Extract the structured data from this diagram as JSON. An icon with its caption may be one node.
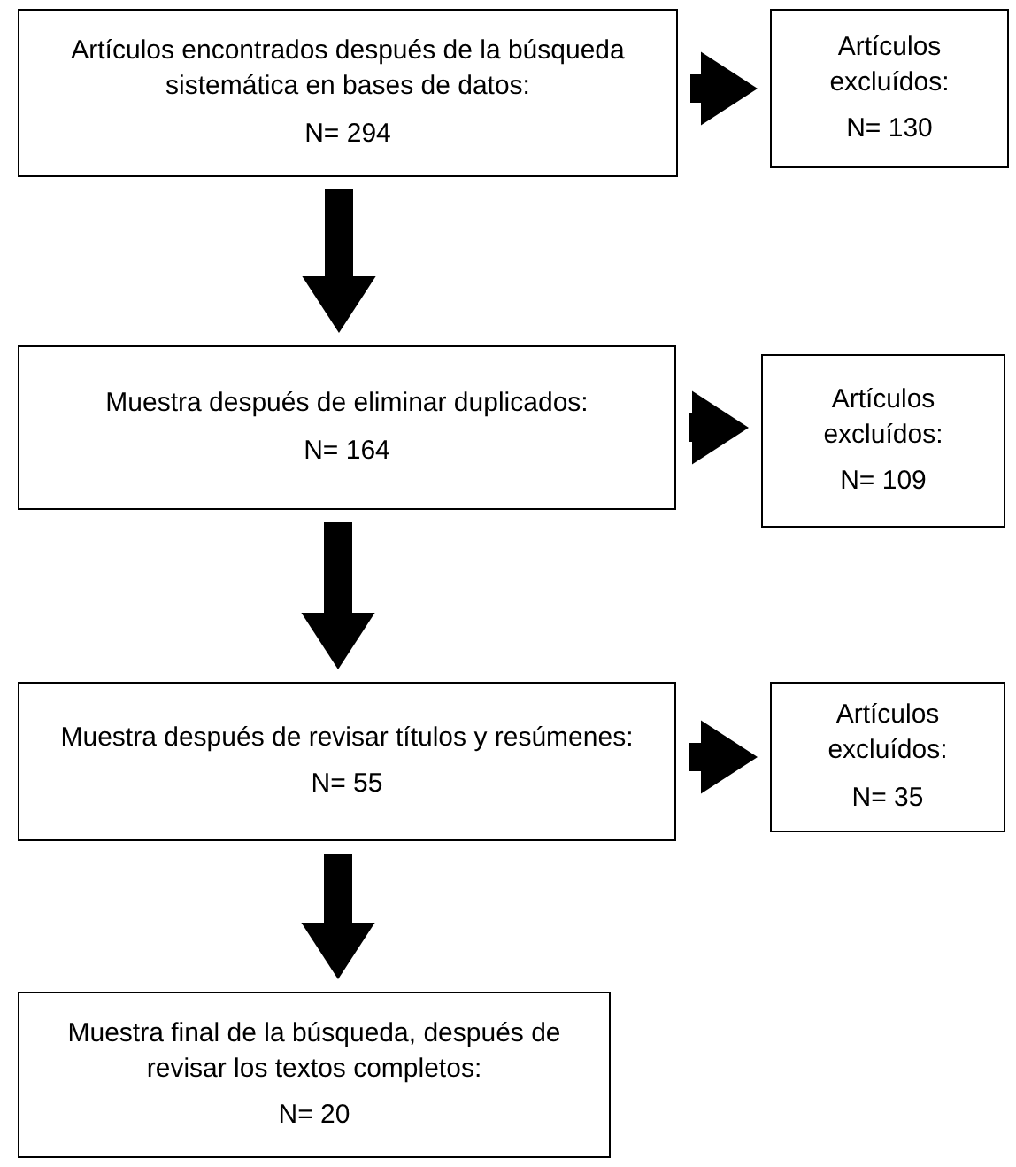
{
  "diagram": {
    "nodes": [
      {
        "text": [
          "Artículos encontrados después de la búsqueda sistemática en bases de datos:",
          "N= 294"
        ]
      },
      {
        "text": [
          "Artículos excluídos:",
          "N= 130"
        ]
      },
      {
        "text": [
          "Muestra después de eliminar duplicados:",
          "N= 164"
        ]
      },
      {
        "text": [
          "Artículos excluídos:",
          "N= 109"
        ]
      },
      {
        "text": [
          "Muestra después de revisar títulos y resúmenes:",
          "N= 55"
        ]
      },
      {
        "text": [
          "Artículos excluídos:",
          "N= 35"
        ]
      },
      {
        "text": [
          "Muestra final de la búsqueda, después de revisar los textos completos:",
          "N= 20"
        ]
      }
    ],
    "edges": [
      {
        "from": 0,
        "to": 1,
        "arrow": "to"
      },
      {
        "from": 0,
        "to": 2,
        "arrow": "to"
      },
      {
        "from": 2,
        "to": 3,
        "arrow": "to"
      },
      {
        "from": 2,
        "to": 4,
        "arrow": "to"
      },
      {
        "from": 4,
        "to": 5,
        "arrow": "to"
      },
      {
        "from": 4,
        "to": 6,
        "arrow": "to"
      }
    ]
  }
}
